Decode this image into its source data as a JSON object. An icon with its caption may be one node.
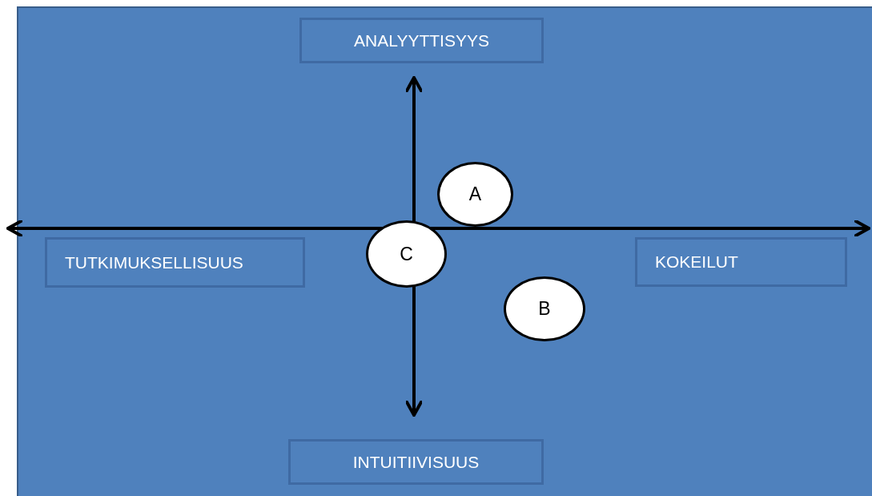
{
  "diagram": {
    "nodes": [
      {
        "text": [
          "ANALYYTTISYYS"
        ]
      },
      {
        "text": [
          "A"
        ]
      },
      {
        "text": [
          "TUTKIMUKSELLISUUS"
        ]
      },
      {
        "text": [
          "C"
        ]
      },
      {
        "text": [
          "KOKEILUT"
        ]
      },
      {
        "text": [
          "B"
        ]
      },
      {
        "text": [
          "INTUITIIVISUUS"
        ]
      }
    ]
  }
}
